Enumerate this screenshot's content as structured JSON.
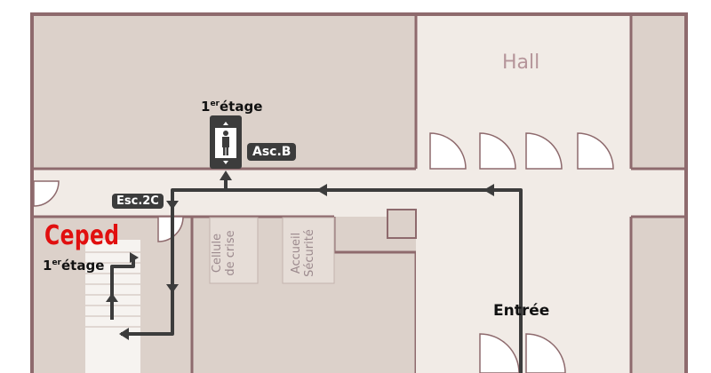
{
  "labels": {
    "hall": "Hall",
    "floor_top_num": "1",
    "floor_top_sup": "er",
    "floor_top_word": "étage",
    "floor_left_num": "1",
    "floor_left_sup": "er",
    "floor_left_word": "étage",
    "elevator": "Asc.B",
    "stairs": "Esc.2C",
    "ceped": "Ceped",
    "entrance": "Entrée",
    "room1_line1": "Cellule",
    "room1_line2": "de crise",
    "room2_line1": "Accueil",
    "room2_line2": "Sécurité"
  },
  "colors": {
    "wall": "#8e6a6d",
    "room": "#dcd1ca",
    "corridor": "#f1ebe6",
    "route": "#3c3c3c",
    "ceped": "#e10f0f"
  },
  "icons": [
    "elevator-icon",
    "stairs-icon",
    "route-arrow-icon",
    "door-icon"
  ]
}
